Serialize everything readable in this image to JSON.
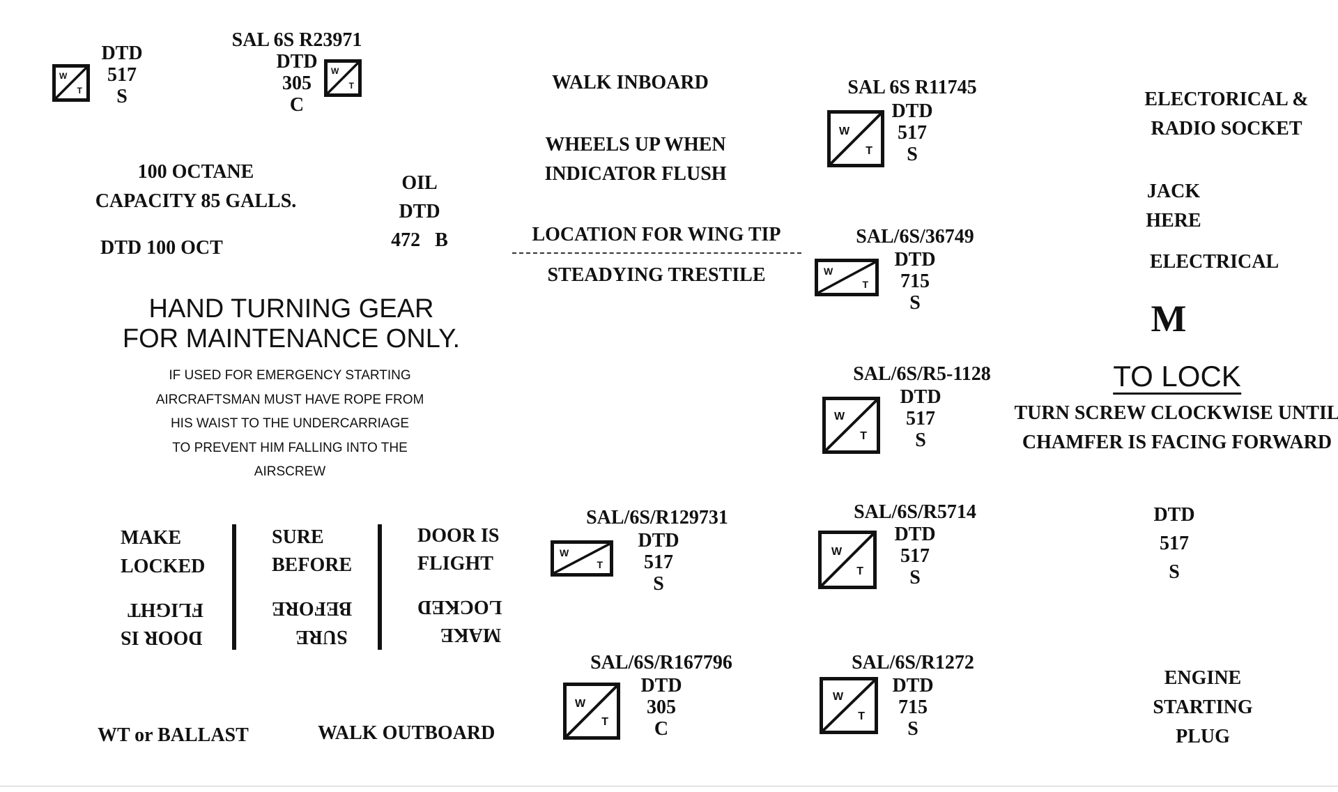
{
  "labels": {
    "dtd517s_a": {
      "l1": "DTD",
      "l2": "517",
      "l3": "S"
    },
    "sal_r23971": {
      "title": "SAL 6S R23971",
      "l1": "DTD",
      "l2": "305",
      "l3": "C"
    },
    "walk_inboard": "WALK INBOARD",
    "wheels_up": {
      "l1": "WHEELS UP WHEN",
      "l2": "INDICATOR FLUSH"
    },
    "sal_r11745": {
      "title": "SAL 6S R11745",
      "l1": "DTD",
      "l2": "517",
      "l3": "S"
    },
    "electrical_radio": {
      "l1": "ELECTORICAL &",
      "l2": "RADIO SOCKET"
    },
    "octane": {
      "l1": "100 OCTANE",
      "l2": "CAPACITY 85 GALLS."
    },
    "dtd_100_oct": "DTD 100 OCT",
    "oil": {
      "l1": "OIL",
      "l2": "DTD",
      "l3": "472",
      "l4": "B"
    },
    "wing_tip": {
      "l1": "LOCATION FOR WING TIP",
      "l2": "STEADYING TRESTILE"
    },
    "sal_36749": {
      "title": "SAL/6S/36749",
      "l1": "DTD",
      "l2": "715",
      "l3": "S"
    },
    "jack_here": {
      "l1": "JACK",
      "l2": "HERE"
    },
    "electrical": "ELECTRICAL",
    "m": "M",
    "hand_turning": {
      "l1": "HAND TURNING GEAR",
      "l2": "FOR MAINTENANCE ONLY.",
      "n1": "IF USED FOR EMERGENCY STARTING",
      "n2": "AIRCRAFTSMAN MUST HAVE ROPE FROM",
      "n3": "HIS WAIST TO THE UNDERCARRIAGE",
      "n4": "TO PREVENT HIM FALLING INTO THE",
      "n5": "AIRSCREW"
    },
    "sal_r5_1128": {
      "title": "SAL/6S/R5-1128",
      "l1": "DTD",
      "l2": "517",
      "l3": "S"
    },
    "to_lock": {
      "title": "TO LOCK",
      "l1": "TURN SCREW CLOCKWISE UNTIL",
      "l2": "CHAMFER IS FACING FORWARD"
    },
    "door": {
      "c1a": "MAKE",
      "c1b": "LOCKED",
      "c2a": "SURE",
      "c2b": "BEFORE",
      "c3a": "DOOR IS",
      "c3b": "FLIGHT"
    },
    "sal_r129731": {
      "title": "SAL/6S/R129731",
      "l1": "DTD",
      "l2": "517",
      "l3": "S"
    },
    "sal_r5714": {
      "title": "SAL/6S/R5714",
      "l1": "DTD",
      "l2": "517",
      "l3": "S"
    },
    "dtd517s_b": {
      "l1": "DTD",
      "l2": "517",
      "l3": "S"
    },
    "sal_r167796": {
      "title": "SAL/6S/R167796",
      "l1": "DTD",
      "l2": "305",
      "l3": "C"
    },
    "sal_r1272": {
      "title": "SAL/6S/R1272",
      "l1": "DTD",
      "l2": "715",
      "l3": "S"
    },
    "engine_plug": {
      "l1": "ENGINE",
      "l2": "STARTING",
      "l3": "PLUG"
    },
    "wt_ballast": "WT or BALLAST",
    "walk_outboard": "WALK OUTBOARD"
  },
  "wt_box": {
    "w": "W",
    "t": "T"
  }
}
